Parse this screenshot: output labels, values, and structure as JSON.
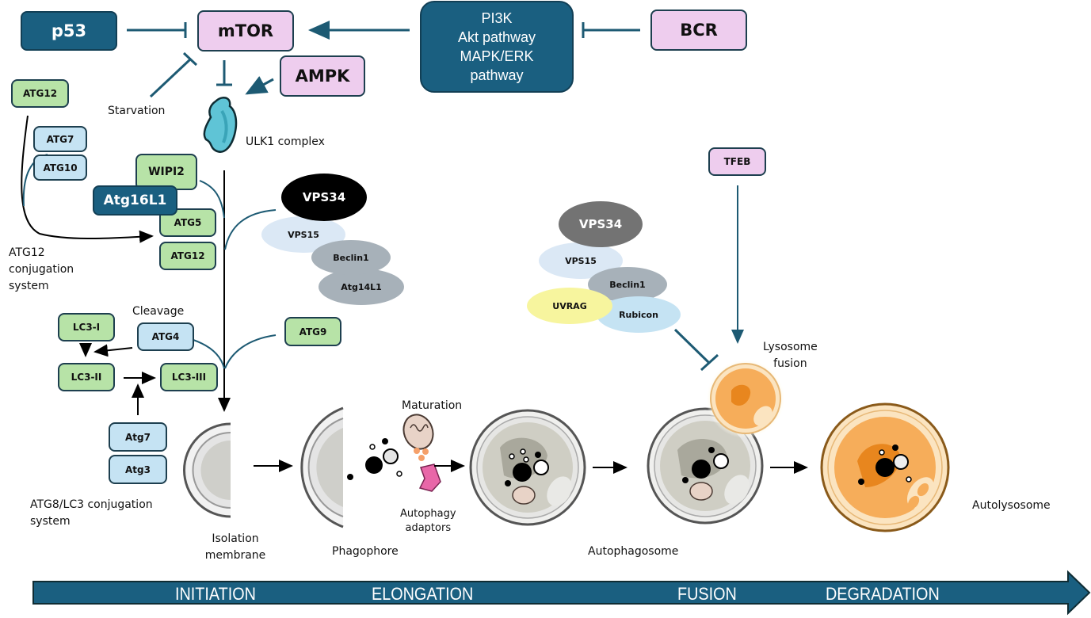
{
  "regulators": {
    "p53": "p53",
    "mtor": "mTOR",
    "ampk": "AMPK",
    "bcr": "BCR",
    "pi3k_lines": [
      "PI3K",
      "Akt pathway",
      "MAPK/ERK",
      "pathway"
    ],
    "tfeb": "TFEB"
  },
  "labels": {
    "starvation": "Starvation",
    "ulk1": "ULK1 complex",
    "atg12_system": [
      "ATG12",
      "conjugation",
      "system"
    ],
    "cleavage": "Cleavage",
    "lc3_system": [
      "ATG8/LC3 conjugation",
      "system"
    ],
    "isolation_membrane": [
      "Isolation",
      "membrane"
    ],
    "phagophore": "Phagophore",
    "maturation": "Maturation",
    "autophagy_adaptors": [
      "Autophagy",
      "adaptors"
    ],
    "autophagosome": "Autophagosome",
    "lysosome_fusion": [
      "Lysosome",
      "fusion"
    ],
    "autolysosome": "Autolysosome"
  },
  "atg12_system": {
    "atg12_top": "ATG12",
    "atg7": "ATG7",
    "atg10": "ATG10",
    "wipi2": "WIPI2",
    "atg16l1": "Atg16L1",
    "atg5": "ATG5",
    "atg12": "ATG12"
  },
  "lc3_system": {
    "lc3_i": "LC3-I",
    "atg4": "ATG4",
    "lc3_ii": "LC3-II",
    "lc3_iii": "LC3-III",
    "atg7": "Atg7",
    "atg3": "Atg3"
  },
  "vps34_complex_1": {
    "vps34": "VPS34",
    "vps15": "VPS15",
    "beclin1": "Beclin1",
    "atg14l1": "Atg14L1"
  },
  "atg9": "ATG9",
  "vps34_complex_2": {
    "vps34": "VPS34",
    "vps15": "VPS15",
    "beclin1": "Beclin1",
    "uvrag": "UVRAG",
    "rubicon": "Rubicon"
  },
  "timeline": {
    "phases": [
      "INITIATION",
      "ELONGATION",
      "FUSION",
      "DEGRADATION"
    ]
  },
  "colors": {
    "dark_blue": "#1a5f80",
    "pink": "#eecdee",
    "green": "#b7e3a7",
    "light_blue": "#c5e3f3",
    "line": "#1d5a73",
    "lysosome_orange": "#f6ad5a"
  }
}
